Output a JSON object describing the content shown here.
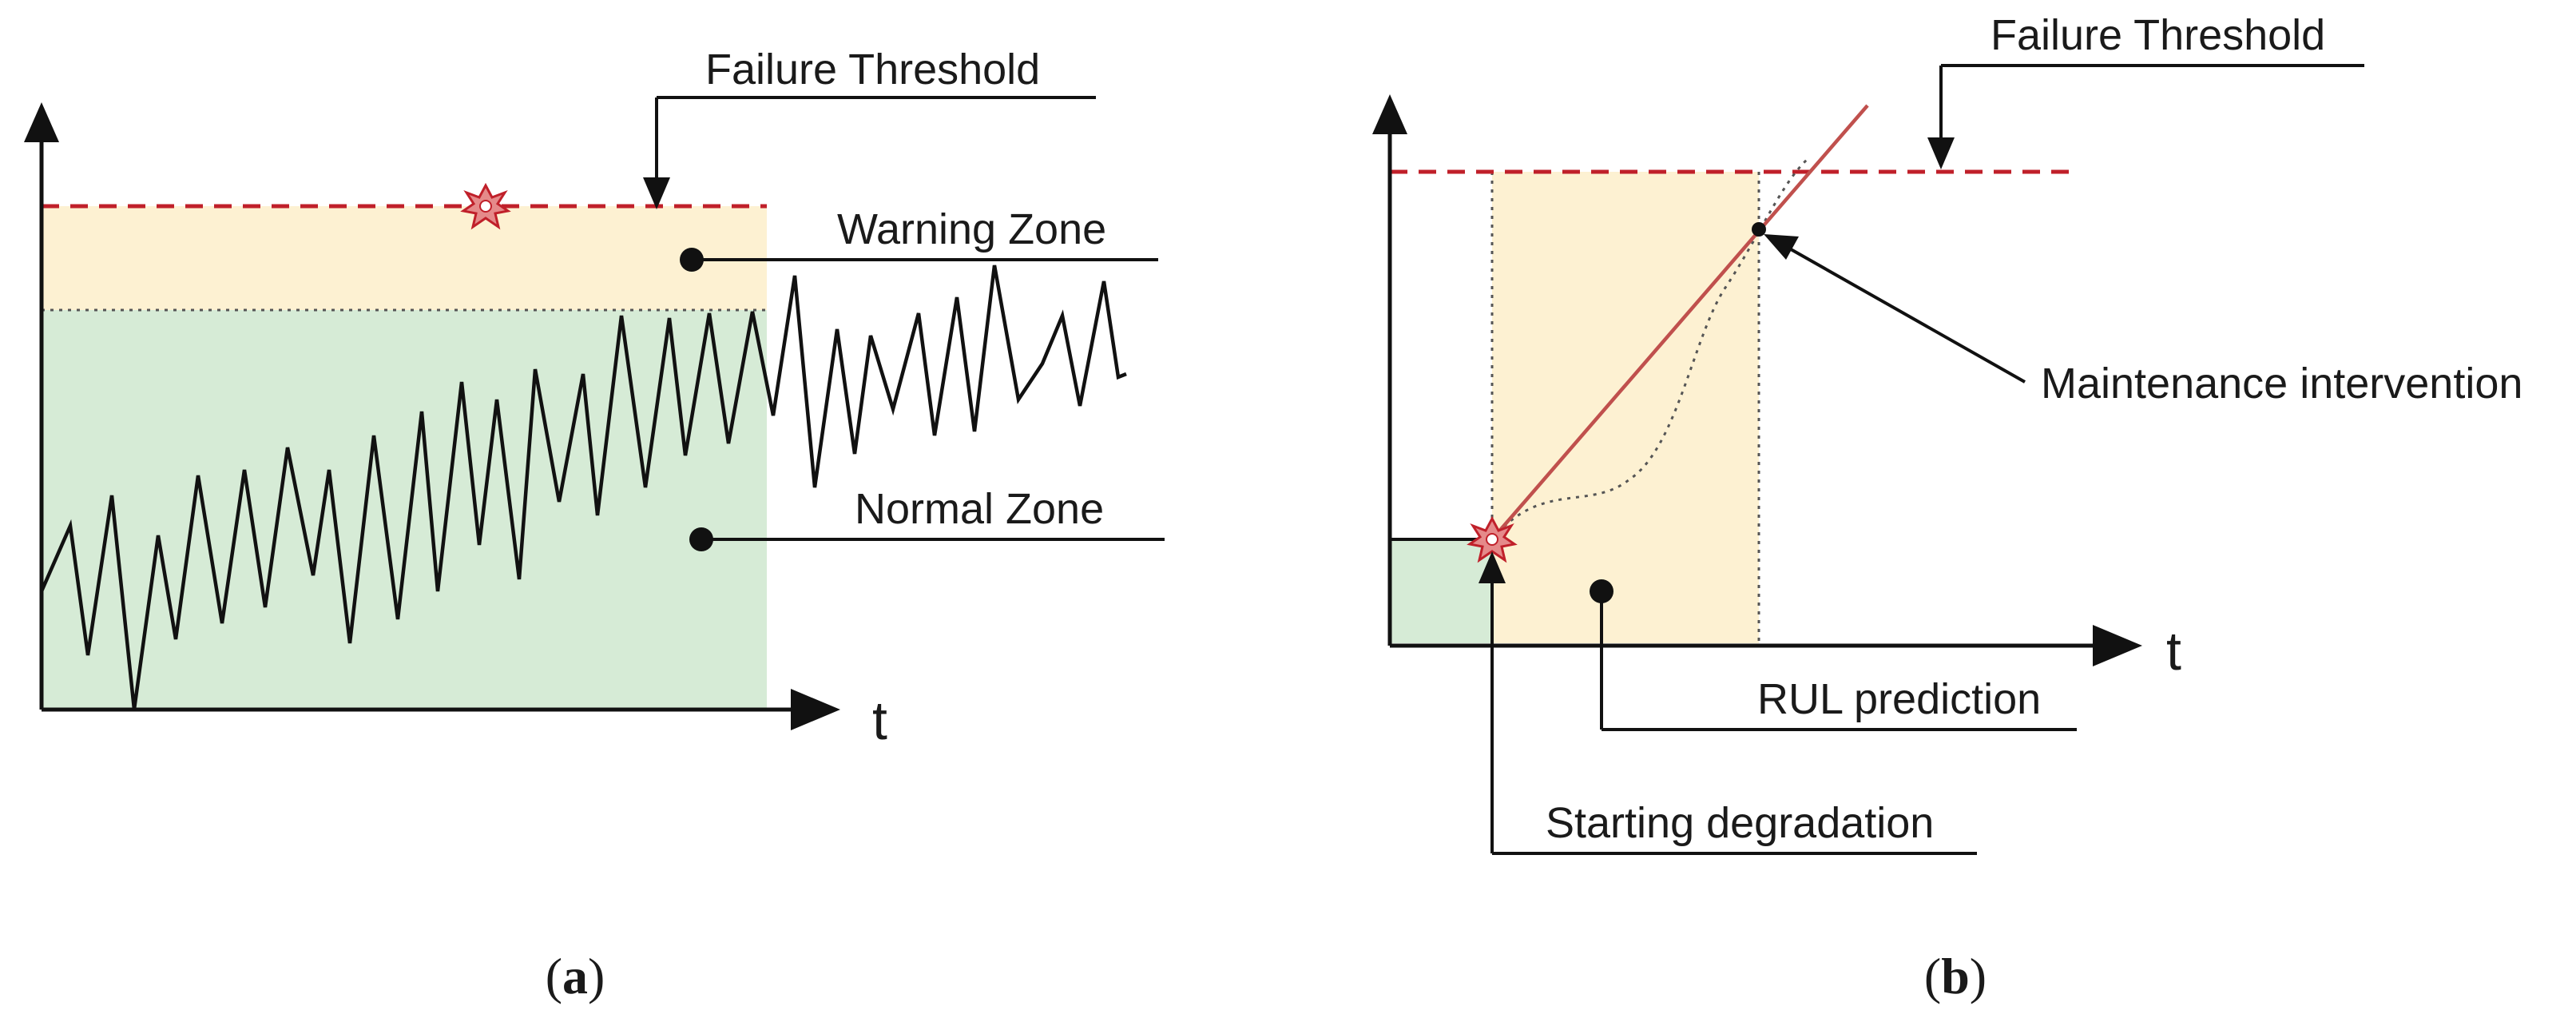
{
  "panel_a": {
    "label": "a",
    "axis_label": "t",
    "failure_threshold": "Failure Threshold",
    "warning_zone": "Warning Zone",
    "normal_zone": "Normal Zone"
  },
  "panel_b": {
    "label": "b",
    "axis_label": "t",
    "failure_threshold": "Failure Threshold",
    "maintenance_intervention": "Maintenance intervention",
    "rul_prediction": "RUL prediction",
    "starting_degradation": "Starting degradation"
  },
  "colors": {
    "warning_fill": "#fdf1d2",
    "normal_fill": "#d6ebd6",
    "threshold": "#c0202a",
    "trend_line": "#c0504d",
    "signal": "#111111"
  }
}
